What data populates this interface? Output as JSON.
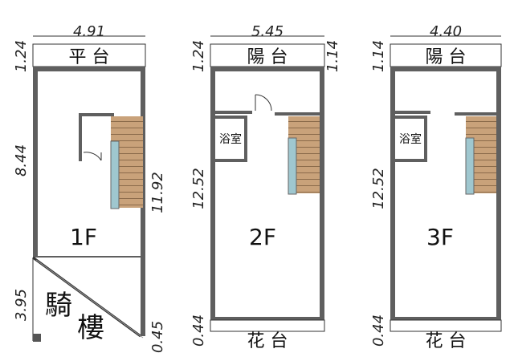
{
  "plans": [
    {
      "floor": "1F",
      "top_width": "4.91",
      "top_depth": "1.24",
      "top_area": "平  台",
      "left_depth": "8.44",
      "stair_depth": "11.92",
      "front_depth": "3.95",
      "front_right": "0.45",
      "front_area": "騎",
      "front_area_2": "樓"
    },
    {
      "floor": "2F",
      "top_width": "5.45",
      "top_depth": "1.24",
      "top_right_depth": "1.14",
      "top_area": "陽  台",
      "bath": "浴室",
      "main_depth": "12.52",
      "bottom_depth": "0.44",
      "bottom_area": "花  台"
    },
    {
      "floor": "3F",
      "top_width": "4.40",
      "top_depth": "1.14",
      "top_area": "陽  台",
      "bath": "浴室",
      "main_depth": "12.52",
      "bottom_depth": "0.44",
      "bottom_area": "花  台"
    }
  ],
  "colors": {
    "wall": "#5f5f5f",
    "stair_wood": "#c9a27a",
    "stair_line": "#8a6a4a",
    "rail": "#9fc7cf",
    "line": "#333333"
  }
}
